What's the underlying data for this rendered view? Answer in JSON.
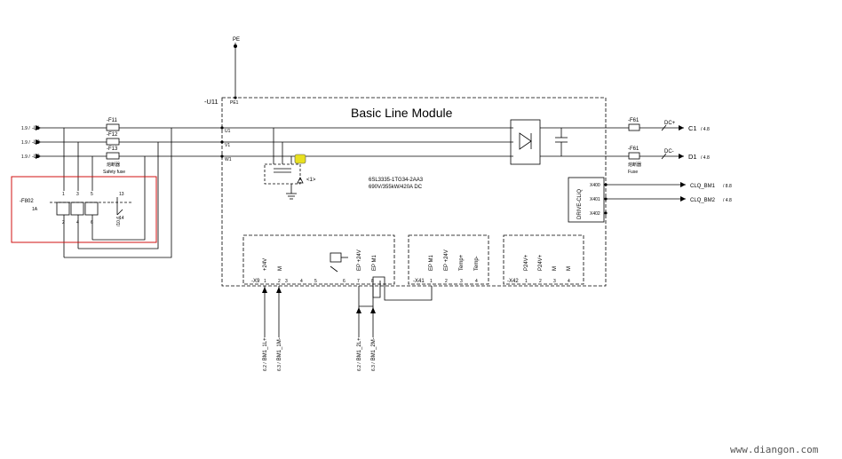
{
  "module": {
    "title": "Basic Line Module",
    "designation": "-U11",
    "pe_top": "PE",
    "pe_terminal": "PE1",
    "order_number": "6SL3335-1TG34-2AA3",
    "rating": "690V/355kW/420A DC",
    "terminals": [
      "U1",
      "V1",
      "W1"
    ],
    "note_marker": "<1>"
  },
  "supply_lines": [
    {
      "ref": "1.9 /",
      "label": "-L1"
    },
    {
      "ref": "1.9 /",
      "label": "-L2"
    },
    {
      "ref": "1.9 /",
      "label": "-L3"
    }
  ],
  "fuses": {
    "line_fuses": [
      "-F11",
      "-F12",
      "-F13"
    ],
    "line_fuse_note": "熔断器",
    "line_fuse_caption": "Safety fuse",
    "dc_fuse_plus": "-F61",
    "dc_fuse_minus": "-F61",
    "dc_fuse_note": "熔断器",
    "dc_fuse_caption": "Fuse"
  },
  "breaker": {
    "label": "-F802",
    "rating": "1A",
    "poles": [
      "1",
      "3",
      "5",
      "13",
      "2",
      "4",
      "6",
      "14"
    ],
    "ref": "/10.6"
  },
  "dc_outputs": [
    {
      "polarity": "DC+",
      "label": "C1",
      "ref": "/ 4.8"
    },
    {
      "polarity": "DC-",
      "label": "D1",
      "ref": "/ 4.8"
    }
  ],
  "drive_clq": {
    "label": "DRIVE-CLiQ",
    "ports": [
      "X400",
      "X401",
      "X402"
    ],
    "links": [
      {
        "label": "CLQ_BM1",
        "ref": "/ 8.8"
      },
      {
        "label": "CLQ_BM2",
        "ref": "/ 4.8"
      }
    ]
  },
  "connectors": {
    "x9": {
      "name": "-X9",
      "signals": [
        "+24V",
        "M",
        "EP +24V",
        "EP M1"
      ],
      "pins": [
        "1",
        "2",
        "3",
        "4",
        "5",
        "6",
        "7",
        "8"
      ]
    },
    "x41": {
      "name": "-X41",
      "signals": [
        "EP M1",
        "EP +24V",
        "Temp+",
        "Temp-"
      ],
      "pins": [
        "1",
        "2",
        "3",
        "4"
      ]
    },
    "x42": {
      "name": "-X42",
      "signals": [
        "P24V+",
        "P24V+",
        "M",
        "M"
      ],
      "pins": [
        "1",
        "2",
        "3",
        "4"
      ]
    }
  },
  "bottom_wires": [
    {
      "ref": "6.2 /",
      "label": "BM1_1L+"
    },
    {
      "ref": "6.3 /",
      "label": "BM1_1M-"
    },
    {
      "ref": "6.2 /",
      "label": "BM1_2L+"
    },
    {
      "ref": "6.3 /",
      "label": "BM1_2M-"
    }
  ],
  "watermark": "www.diangon.com"
}
